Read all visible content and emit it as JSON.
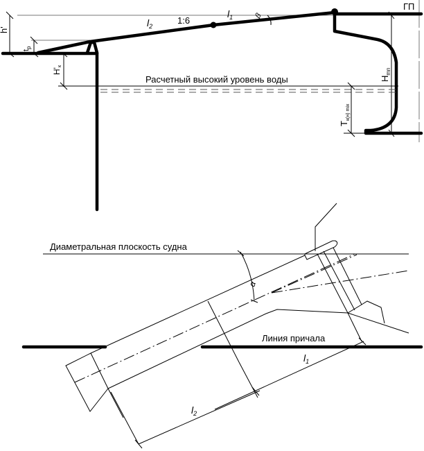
{
  "diagram": {
    "upper_section": {
      "title": "Cross-section of gangway at berth",
      "labels": {
        "h_prime": "h'",
        "t_p": "t",
        "t_p_sub": "p",
        "H_k_prime": "H'",
        "H_k_sub": "к",
        "l2": "l",
        "l2_sub": "2",
        "slope": "1:6",
        "l1": "l",
        "l1_sub": "1",
        "beta": "β",
        "gp": "ГП",
        "water_level": "Расчетный высокий уровень воды",
        "H_mn": "H",
        "H_mn_sub": "mn",
        "T_kn_max": "T",
        "T_kn_max_sub": "к(н) mix"
      }
    },
    "lower_section": {
      "title": "Plan view of gangway and ship",
      "labels": {
        "centerline": "Диаметральная плоскость судна",
        "alpha": "α",
        "berth_line": "Линия причала",
        "l1": "l",
        "l1_sub": "1",
        "l2": "l",
        "l2_sub": "2"
      }
    },
    "colors": {
      "line": "#000000",
      "grey_line": "#777777",
      "background": "#ffffff"
    }
  }
}
